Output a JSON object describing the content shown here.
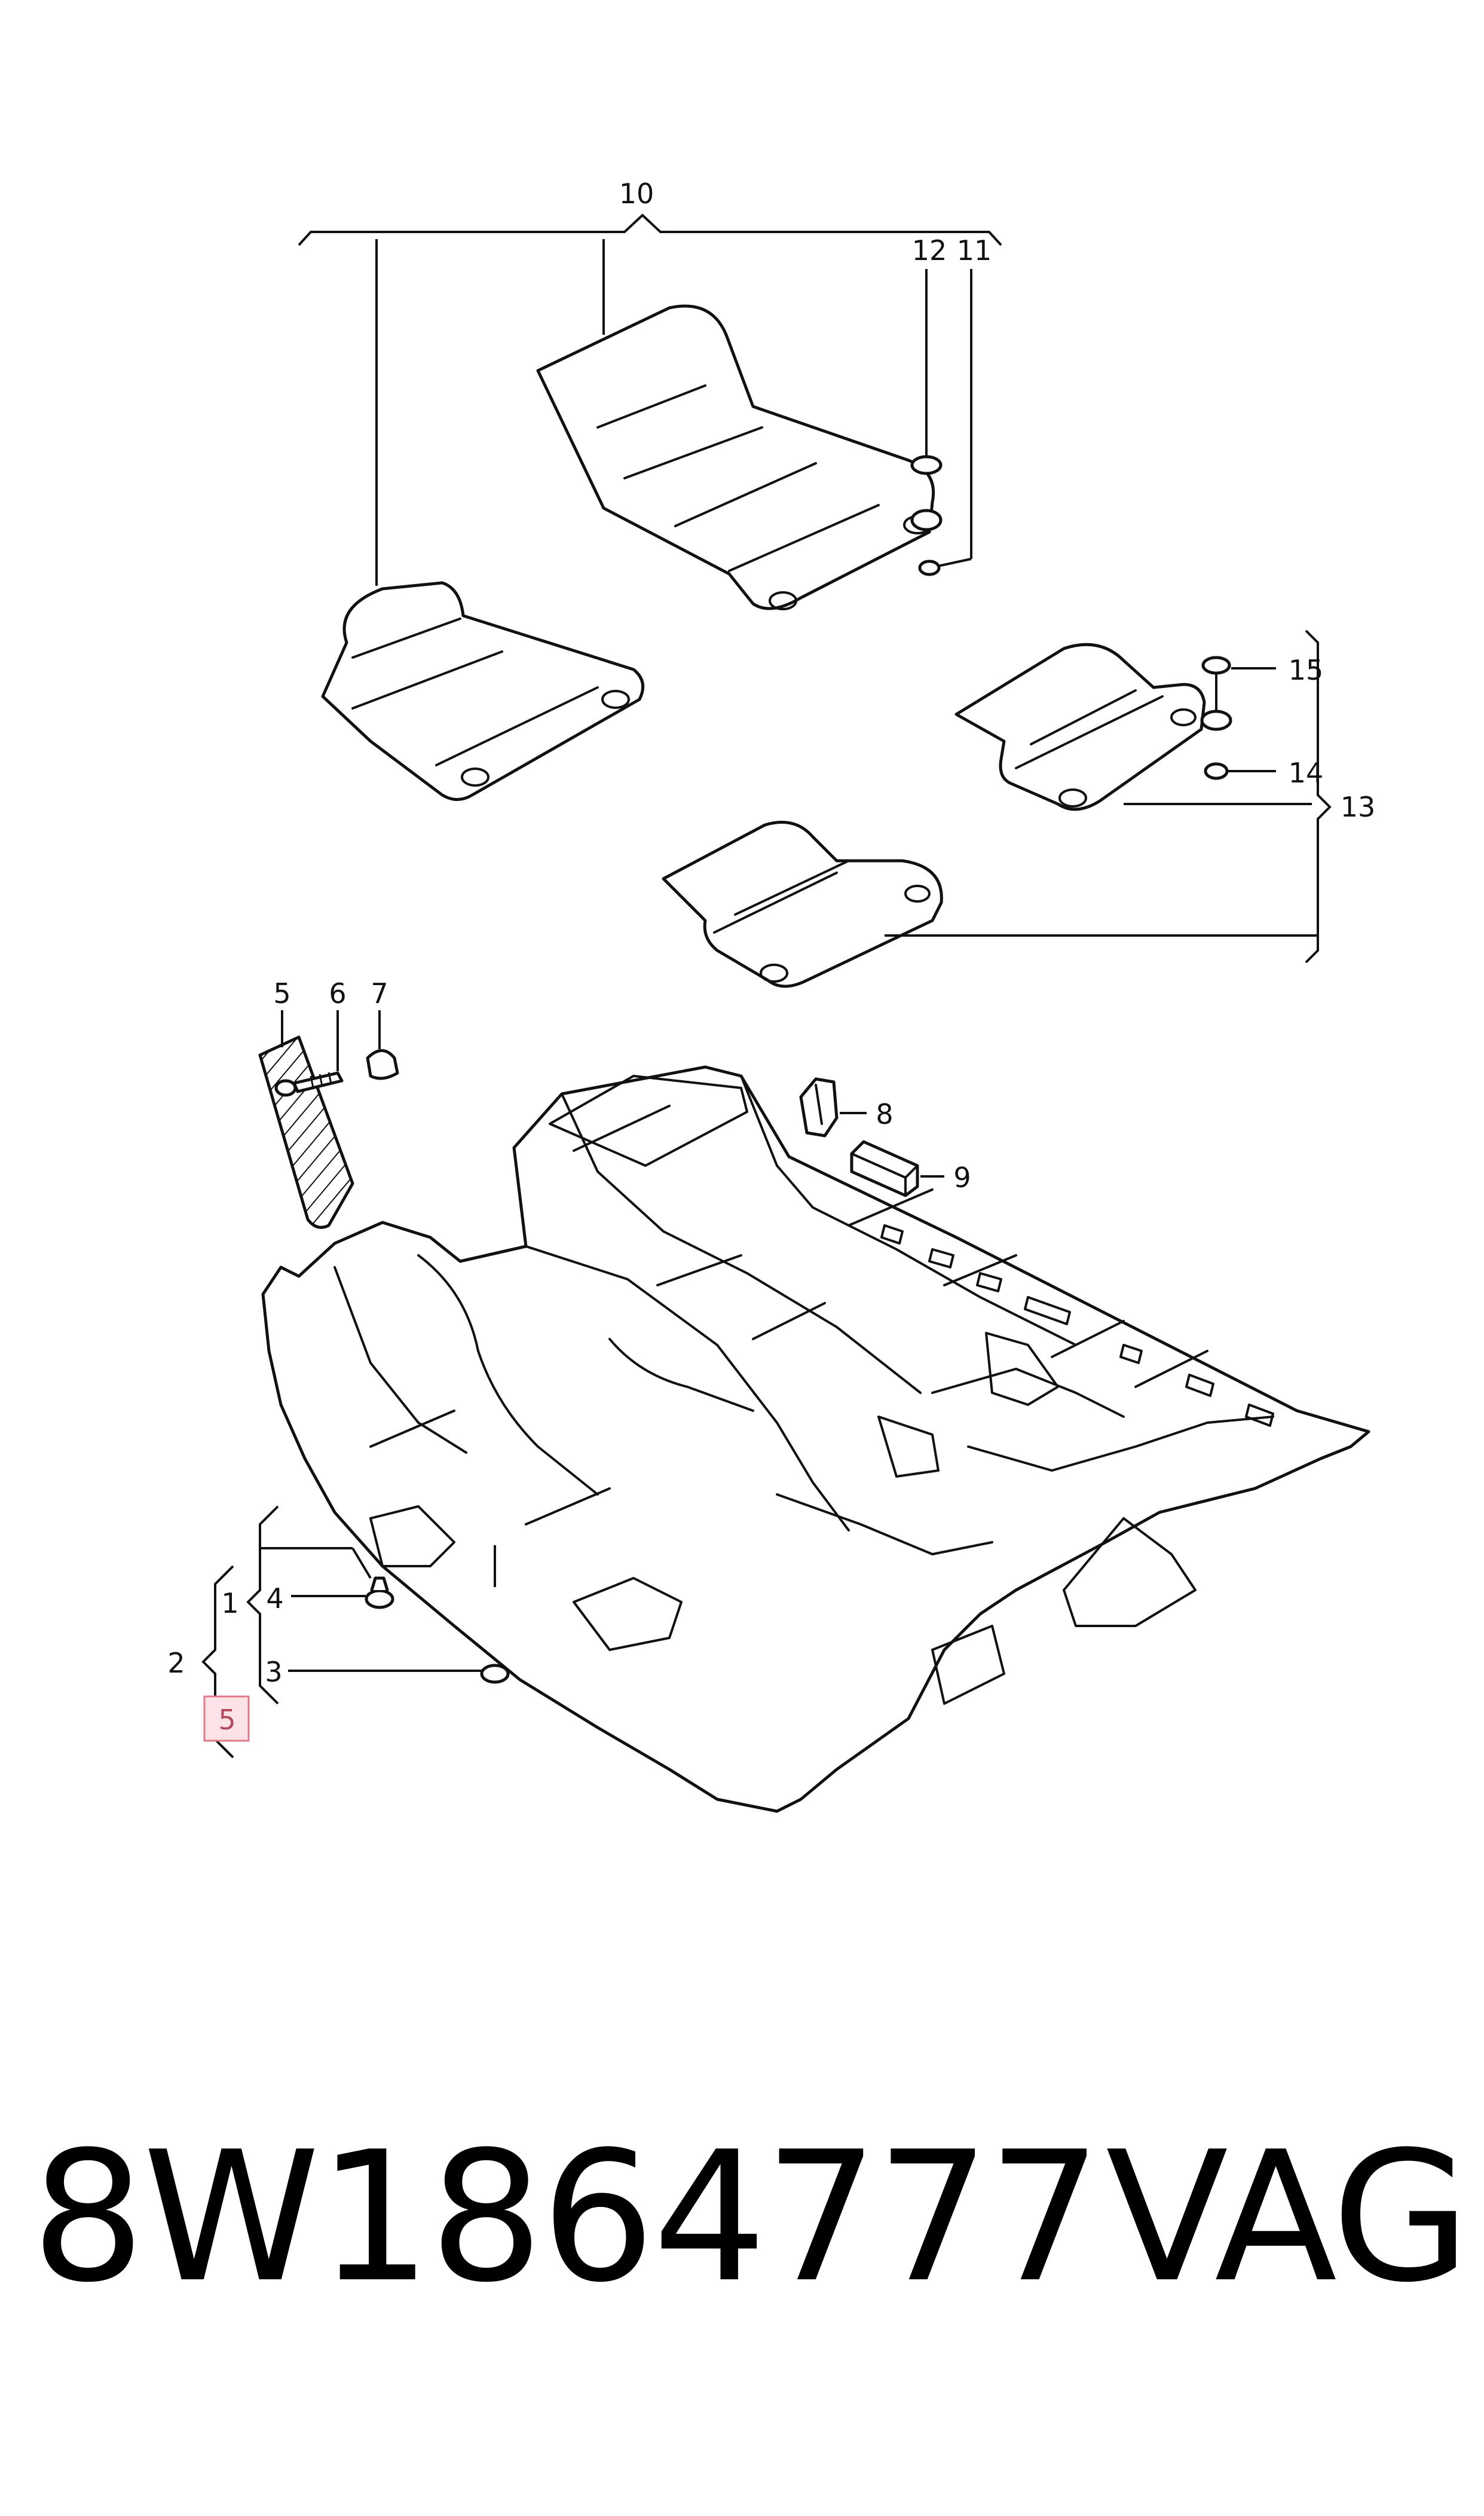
{
  "callouts": {
    "c1": "1",
    "c2": "2",
    "c3": "3",
    "c4": "4",
    "c5_top": "5",
    "c5_highlight": "5",
    "c6": "6",
    "c7": "7",
    "c8": "8",
    "c9": "9",
    "c10": "10",
    "c11": "11",
    "c12": "12",
    "c13": "13",
    "c14": "14",
    "c15": "15"
  },
  "footer": {
    "part_number": "8W1864777",
    "brand": "VAG"
  },
  "colors": {
    "line": "#111111",
    "highlight_border": "#e07a8a",
    "highlight_fill": "#fbe3e7"
  }
}
